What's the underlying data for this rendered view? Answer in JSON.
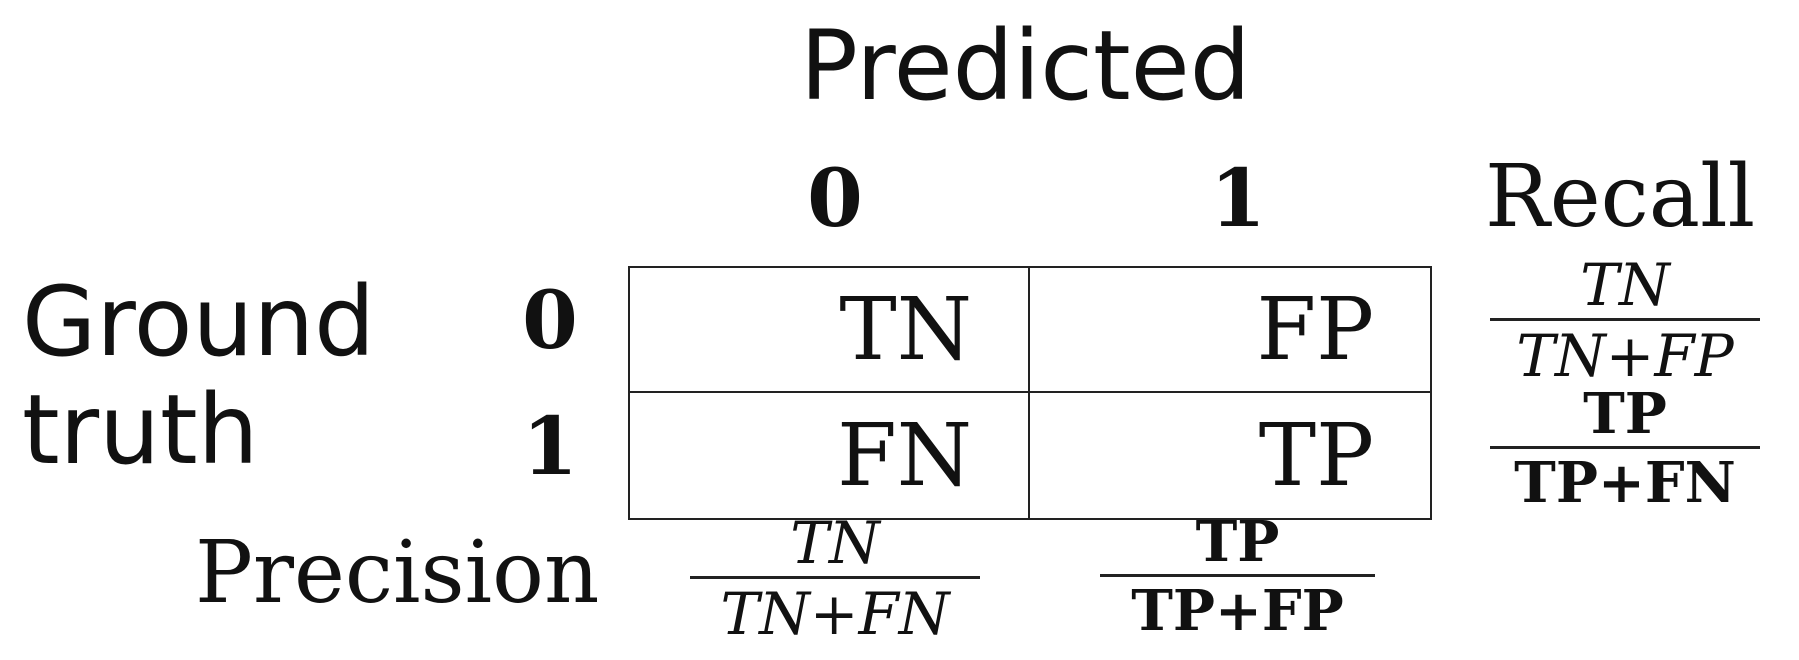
{
  "diagram": {
    "predicted_title": "Predicted",
    "ground_truth_lines": [
      "Ground",
      "truth"
    ],
    "column_headers": [
      "0",
      "1"
    ],
    "row_headers": [
      "0",
      "1"
    ],
    "cells": [
      [
        "TN",
        "FP"
      ],
      [
        "FN",
        "TP"
      ]
    ],
    "recall": {
      "title": "Recall",
      "row0": {
        "numerator": "TN",
        "denominator": "TN+FP"
      },
      "row1": {
        "numerator": "TP",
        "denominator": "TP+FN"
      }
    },
    "precision": {
      "title": "Precision",
      "col0": {
        "numerator": "TN",
        "denominator": "TN+FN"
      },
      "col1": {
        "numerator": "TP",
        "denominator": "TP+FP"
      }
    }
  }
}
